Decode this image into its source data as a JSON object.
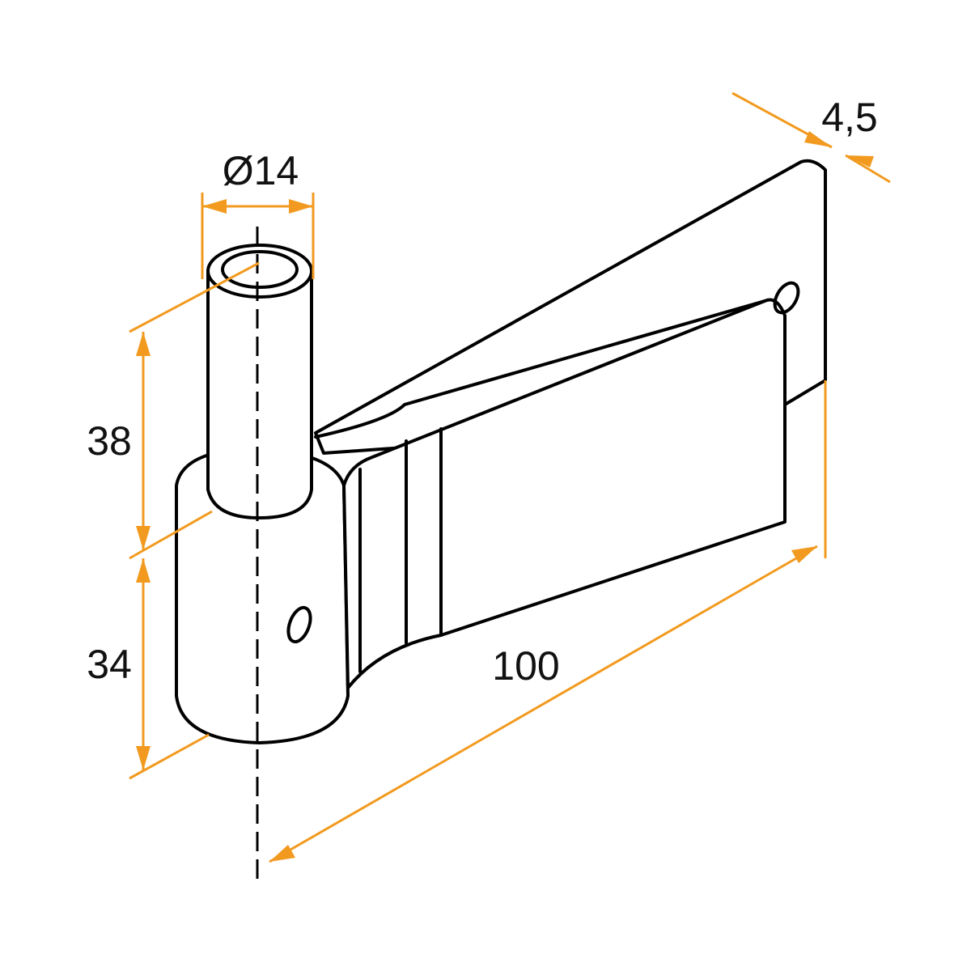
{
  "colors": {
    "dimension": "#f29a1f",
    "outline": "#000000"
  },
  "dimensions": {
    "pin_diameter": "Ø14",
    "plate_thickness": "4,5",
    "pin_height": "38",
    "collar_height": "34",
    "strap_length": "100"
  }
}
